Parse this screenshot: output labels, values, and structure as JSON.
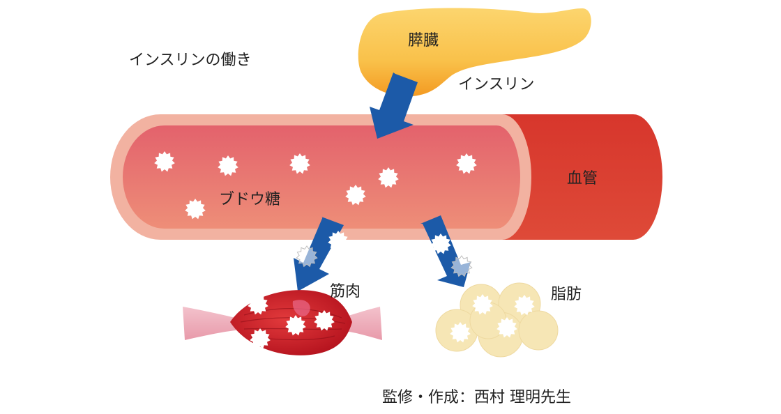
{
  "title": "インスリンの働き",
  "labels": {
    "pancreas": "膵臓",
    "insulin": "インスリン",
    "blood_vessel": "血管",
    "glucose": "ブドウ糖",
    "muscle": "筋肉",
    "fat": "脂肪"
  },
  "credit": "監修・作成：西村 理明先生",
  "colors": {
    "pancreas": "#F9C14A",
    "vessel_inner": "#E8706B",
    "vessel_wall": "#F2B2A1",
    "vessel_outer": "#D93A2E",
    "arrow": "#1C5AA8",
    "muscle": "#D0202A",
    "fat": "#F6E6B5",
    "glucose": "#FFFFFF"
  }
}
